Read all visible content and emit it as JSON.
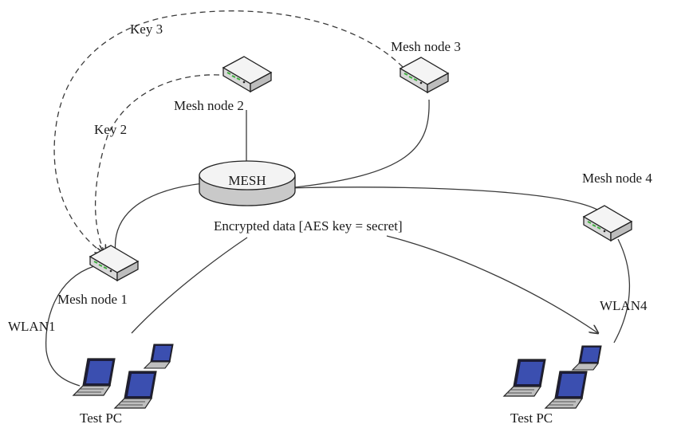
{
  "diagram": {
    "cloud_label": "MESH",
    "encrypted_label": "Encrypted data [AES key = secret]",
    "nodes": {
      "node1": "Mesh node 1",
      "node2": "Mesh node 2",
      "node3": "Mesh node 3",
      "node4": "Mesh node 4"
    },
    "keys": {
      "key2": "Key 2",
      "key3": "Key 3"
    },
    "wlans": {
      "wlan1": "WLAN1",
      "wlan4": "WLAN4"
    },
    "pcs": {
      "left": "Test PC",
      "right": "Test PC"
    }
  }
}
